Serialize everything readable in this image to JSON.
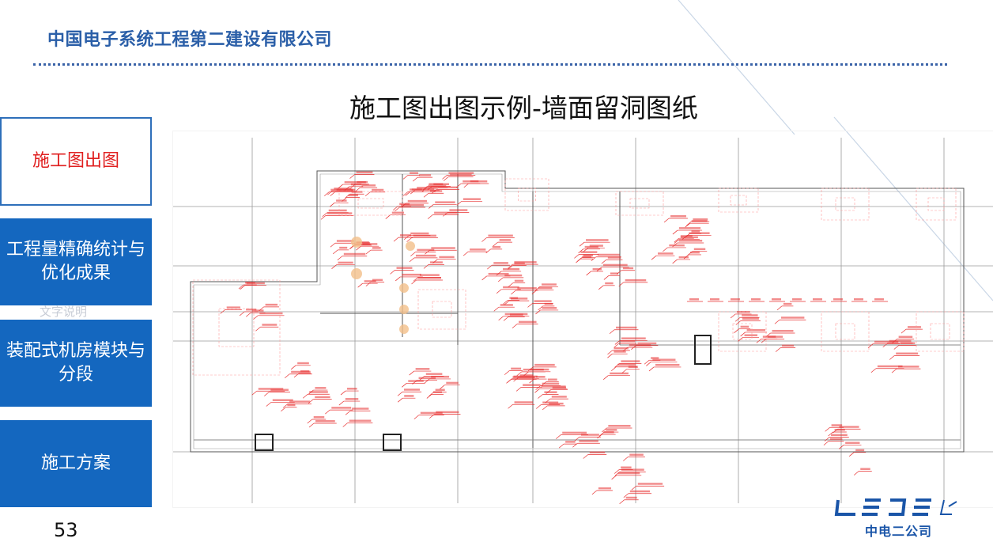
{
  "header": {
    "company": "中国电子系统工程第二建设有限公司"
  },
  "slide": {
    "title": "施工图出图示例-墙面留洞图纸",
    "page_number": "53"
  },
  "nav": {
    "items": [
      {
        "label": "施工图出图",
        "active": true
      },
      {
        "label": "工程量精确统计与优化成果",
        "active": false
      },
      {
        "label": "装配式机房模块与分段",
        "active": false
      },
      {
        "label": "施工方案",
        "active": false
      }
    ],
    "ghost_text": "文字说明"
  },
  "logo": {
    "text": "中电二公司"
  },
  "colors": {
    "brand_blue": "#1467bf",
    "header_blue": "#2b5fa8",
    "active_text": "#e02020",
    "cad_red": "#e83030",
    "cad_grid": "#9a9a9a"
  }
}
